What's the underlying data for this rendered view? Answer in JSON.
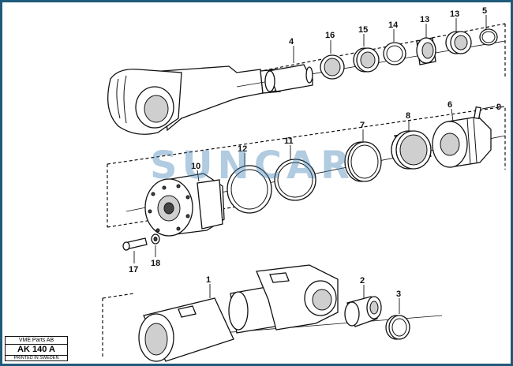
{
  "watermark": "SUNCAR",
  "title_block": {
    "company": "VME Parts AB",
    "code": "AK 140 A",
    "printed": "PRINTED IN SWEDEN"
  },
  "callouts": {
    "p1": "1",
    "p2": "2",
    "p3": "3",
    "p4": "4",
    "p5": "5",
    "p6": "6",
    "p7": "7",
    "p8": "8",
    "p9": "9",
    "p10": "10",
    "p11": "11",
    "p12": "12",
    "p13a": "13",
    "p13b": "13",
    "p14": "14",
    "p15": "15",
    "p16": "16",
    "p17": "17",
    "p18": "18"
  },
  "colors": {
    "frame": "#1f5a7a",
    "ink": "#111111",
    "watermark": "#4682b4"
  }
}
